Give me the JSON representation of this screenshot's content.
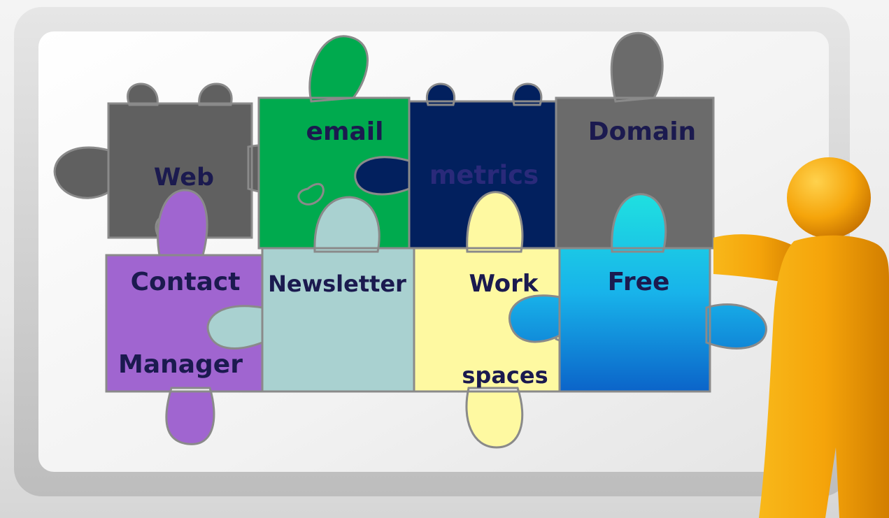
{
  "puzzle": {
    "pieces": [
      {
        "name": "web",
        "label": "Web",
        "color": "#606060"
      },
      {
        "name": "email",
        "label": "email",
        "color": "#00aa4e"
      },
      {
        "name": "metrics",
        "label": "metrics",
        "color": "#02205e"
      },
      {
        "name": "domain",
        "label": "Domain",
        "color": "#6b6b6b"
      },
      {
        "name": "contact-manager",
        "label_line1": "Contact",
        "label_line2": "Manager",
        "color": "#a065d0"
      },
      {
        "name": "newsletter",
        "label": "Newsletter",
        "color": "#a9d1d0"
      },
      {
        "name": "work-spaces",
        "label_line1": "Work",
        "label_line2": "spaces",
        "color": "#fef9a1"
      },
      {
        "name": "free",
        "label": "Free",
        "color": "#1ab0ea"
      }
    ]
  },
  "colors": {
    "label_text": "#1b1a4f",
    "person": "#f5a40a",
    "whiteboard_frame": "#d9d9d9",
    "whiteboard_surface": "#f3f3f3"
  }
}
